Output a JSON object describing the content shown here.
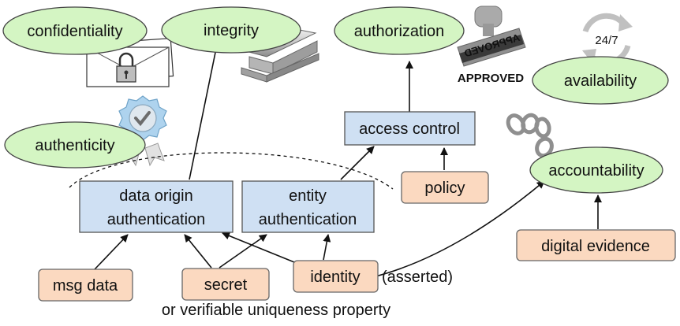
{
  "goals": {
    "confidentiality": "confidentiality",
    "integrity": "integrity",
    "authorization": "authorization",
    "availability": "availability",
    "authenticity": "authenticity",
    "accountability": "accountability"
  },
  "mechanisms": {
    "data_origin_line1": "data origin",
    "data_origin_line2": "authentication",
    "entity_line1": "entity",
    "entity_line2": "authentication",
    "access_control": "access control"
  },
  "inputs": {
    "msg_data": "msg data",
    "secret": "secret",
    "identity": "identity",
    "policy": "policy",
    "digital_evidence": "digital  evidence"
  },
  "annotations": {
    "asserted": "(asserted)",
    "uniqueness": "or verifiable uniqueness property",
    "approved": "APPROVED",
    "stamp_text": "APPROVED",
    "clock_label": "24/7"
  },
  "colors": {
    "goal_fill": "#d4f5c3",
    "mechanism_fill": "#cfe0f3",
    "input_fill": "#fbd9c0"
  }
}
